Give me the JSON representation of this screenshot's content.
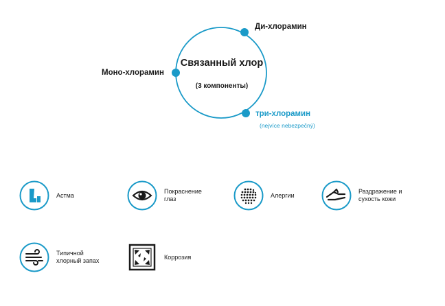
{
  "diagram": {
    "center_title": "Связанный хлор",
    "center_subtitle": "(3 компоненты)",
    "components": [
      {
        "label": "Ди-хлорамин"
      },
      {
        "label": "Моно-хлорамин"
      },
      {
        "label": "три-хлорамин",
        "note": "(nejvíce nebezpečný)"
      }
    ],
    "colors": {
      "accent": "#1a9ac8",
      "text": "#1a1a1a"
    }
  },
  "effects": [
    {
      "label": "Астма",
      "icon": "inhaler-icon"
    },
    {
      "label": "Покраснение глаз",
      "icon": "eye-icon"
    },
    {
      "label": "Алергии",
      "icon": "pollen-icon"
    },
    {
      "label": "Раздражение и сухость кожи",
      "icon": "hand-icon"
    },
    {
      "label": "Типичной хлорный запах",
      "icon": "wind-icon"
    },
    {
      "label": "Коррозия",
      "icon": "corrosion-icon"
    }
  ]
}
